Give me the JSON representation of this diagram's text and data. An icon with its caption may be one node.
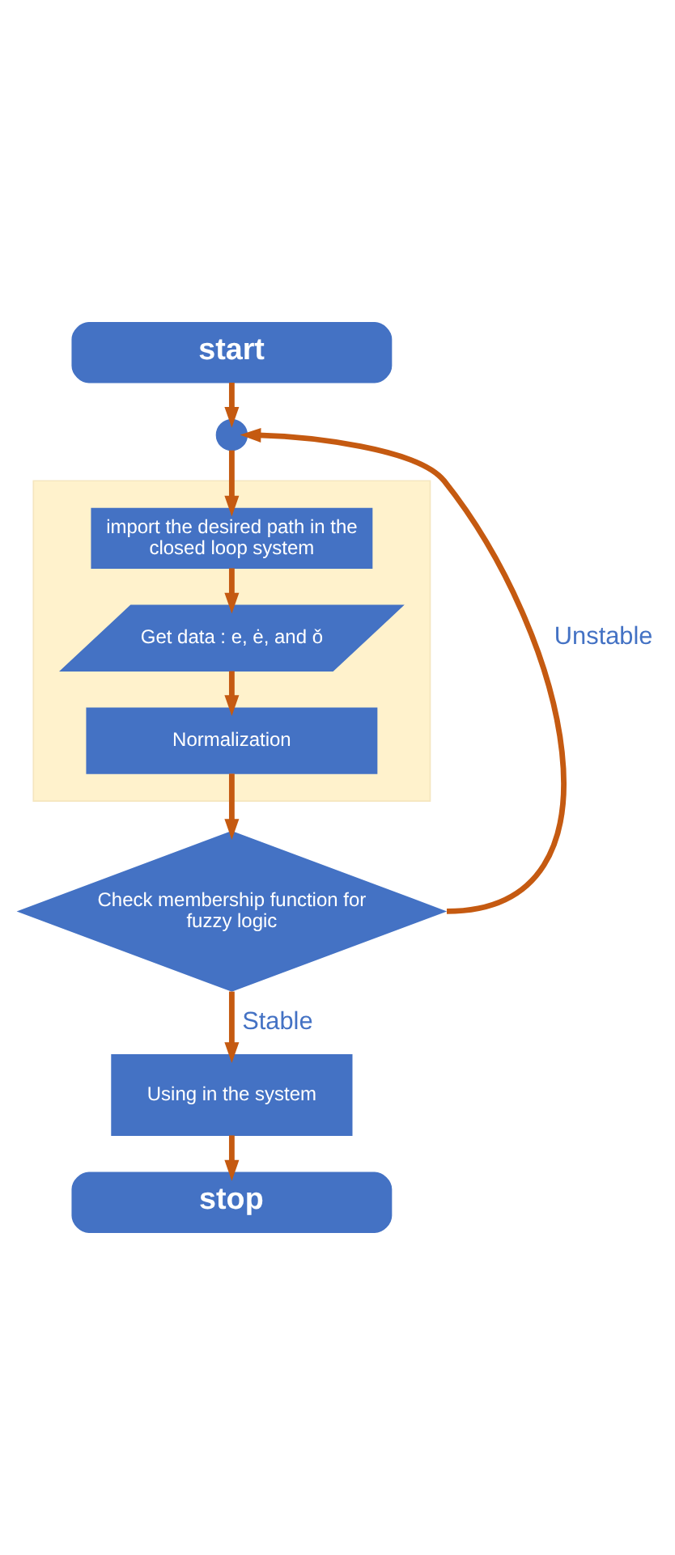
{
  "diagram": {
    "nodes": [
      {
        "text": [
          "start"
        ]
      },
      {
        "text": [],
        "shape": "circle"
      },
      {
        "text": [],
        "shape": "box"
      },
      {
        "text": [
          "import the desired path in the closed loop system"
        ],
        "in": 2
      },
      {
        "text": [
          "Get data : e, ė, and ǒ"
        ],
        "in": 2
      },
      {
        "text": [
          "Normalization"
        ],
        "in": 2
      },
      {
        "text": [
          "Check membership function for fuzzy logic"
        ]
      },
      {
        "text": [
          "Using in the system"
        ]
      },
      {
        "text": [
          "stop"
        ]
      }
    ],
    "edges": [
      {
        "from": 0,
        "to": 1,
        "arrow": "to"
      },
      {
        "from": 1,
        "to": 3,
        "arrow": "to"
      },
      {
        "from": 3,
        "to": 4,
        "arrow": "to"
      },
      {
        "from": 4,
        "to": 5,
        "arrow": "to"
      },
      {
        "from": 5,
        "to": 6,
        "arrow": "to"
      },
      {
        "from": 6,
        "to": 1,
        "arrow": "to",
        "label": "Unstable"
      },
      {
        "from": 6,
        "to": 7,
        "arrow": "to",
        "label": "Stable"
      },
      {
        "from": 7,
        "to": 8,
        "arrow": "to"
      }
    ]
  }
}
